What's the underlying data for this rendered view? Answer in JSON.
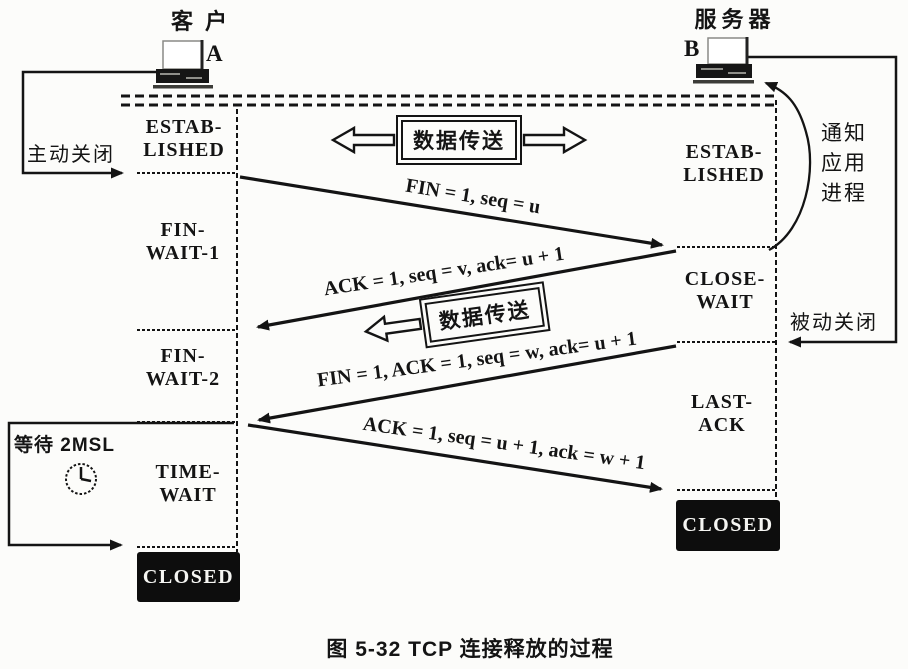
{
  "page": {
    "caption": "图 5-32   TCP 连接释放的过程"
  },
  "client": {
    "role": "客户",
    "host": "A",
    "annotation_active_close": "主动关闭",
    "annotation_wait_2msl": "等待 2MSL",
    "states": {
      "established": {
        "line1": "ESTAB-",
        "line2": "LISHED"
      },
      "fin_wait_1": {
        "line1": "FIN-",
        "line2": "WAIT-1"
      },
      "fin_wait_2": {
        "line1": "FIN-",
        "line2": "WAIT-2"
      },
      "time_wait": {
        "line1": "TIME-",
        "line2": "WAIT"
      },
      "closed": "CLOSED"
    }
  },
  "server": {
    "role": "服务器",
    "host": "B",
    "annotation_passive_close": "被动关闭",
    "annotation_notify_app": {
      "line1": "通知",
      "line2": "应用",
      "line3": "进程"
    },
    "states": {
      "established": {
        "line1": "ESTAB-",
        "line2": "LISHED"
      },
      "close_wait": {
        "line1": "CLOSE-",
        "line2": "WAIT"
      },
      "last_ack": {
        "line1": "LAST-",
        "line2": "ACK"
      },
      "closed": "CLOSED"
    }
  },
  "messages": {
    "fin": "FIN = 1, seq = u",
    "ack_of_fin": "ACK = 1, seq = v, ack= u + 1",
    "fin_ack": "FIN = 1, ACK = 1, seq = w, ack= u + 1",
    "final_ack": "ACK = 1, seq = u + 1, ack = w + 1"
  },
  "data_transfer": {
    "top_label": "数据传送",
    "mid_label": "数据传送"
  },
  "icons": {
    "client_host": "computer-icon",
    "server_host": "computer-icon",
    "timer": "clock-icon",
    "data_transfer_arrows": "double-hollow-arrow-icon"
  }
}
